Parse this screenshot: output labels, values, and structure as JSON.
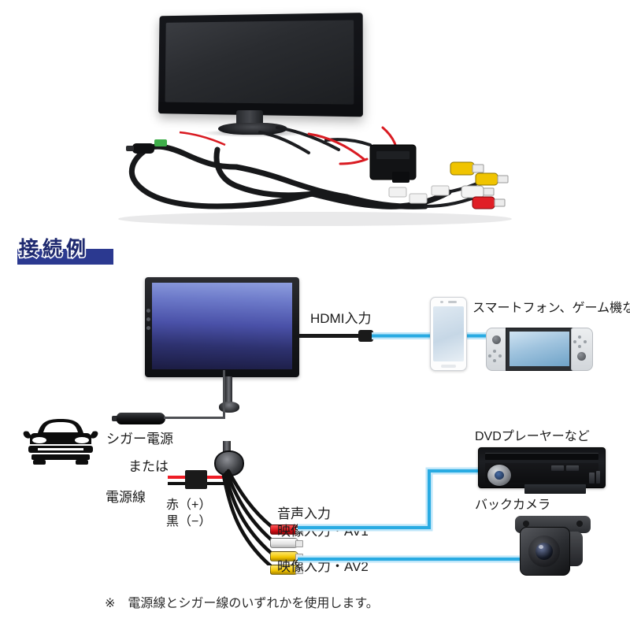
{
  "section": {
    "title": "接続例"
  },
  "photo": {
    "alt_name": "product-photo-monitor-and-cables"
  },
  "diagram": {
    "hdmi_label": "HDMI入力",
    "smartphone_label": "スマートフォン、ゲーム機など",
    "cigar_label": "シガー電源",
    "or_label": "または",
    "power_line_label": "電源線",
    "red_label": "赤（+）",
    "black_label": "黒（−）",
    "audio_in_label": "音声入力",
    "video_in_av1_label": "映像入力・AV1",
    "video_in_av2_label": "映像入力・AV2",
    "dvd_label": "DVDプレーヤーなど",
    "back_camera_label": "バックカメラ"
  },
  "footnote": {
    "text": "※　電源線とシガー線のいずれかを使用します。"
  },
  "colors": {
    "banner": "#2b3990",
    "banner_text": "#1f2a70",
    "signal_line": "#29abe2",
    "wire_red": "#ee1c25",
    "wire_black": "#111111",
    "rca_yellow": "#f2c400",
    "rca_white": "#ffffff",
    "screen_blue": "#4a51a8",
    "background": "#ffffff"
  }
}
